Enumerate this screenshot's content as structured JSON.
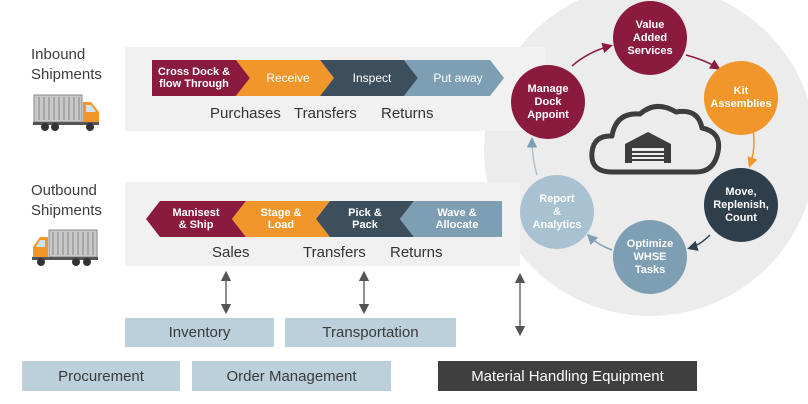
{
  "inbound": {
    "label_line1": "Inbound",
    "label_line2": "Shipments",
    "steps": [
      {
        "line1": "Cross Dock &",
        "line2": "flow Through",
        "color": "#8b1a3f"
      },
      {
        "line1": "Receive",
        "line2": "",
        "color": "#f0962a"
      },
      {
        "line1": "Inspect",
        "line2": "",
        "color": "#3d4e5c"
      },
      {
        "line1": "Put away",
        "line2": "",
        "color": "#7e9fb3"
      }
    ],
    "sub_labels": [
      "Purchases",
      "Transfers",
      "Returns"
    ]
  },
  "outbound": {
    "label_line1": "Outbound",
    "label_line2": "Shipments",
    "steps": [
      {
        "line1": "Manisest",
        "line2": "& Ship",
        "color": "#8b1a3f"
      },
      {
        "line1": "Stage &",
        "line2": "Load",
        "color": "#f0962a"
      },
      {
        "line1": "Pick &",
        "line2": "Pack",
        "color": "#3d4e5c"
      },
      {
        "line1": "Wave &",
        "line2": "Allocate",
        "color": "#7e9fb3"
      }
    ],
    "sub_labels": [
      "Sales",
      "Transfers",
      "Returns"
    ]
  },
  "cycle": {
    "nodes": [
      {
        "lines": [
          "Manage",
          "Dock",
          "Appoint"
        ],
        "color": "#8b1a3f"
      },
      {
        "lines": [
          "Value",
          "Added",
          "Services"
        ],
        "color": "#8b1a3f"
      },
      {
        "lines": [
          "Kit",
          "Assemblies"
        ],
        "color": "#f0962a"
      },
      {
        "lines": [
          "Move,",
          "Replenish,",
          "Count"
        ],
        "color": "#2f3e4b"
      },
      {
        "lines": [
          "Optimize",
          "WHSE",
          "Tasks"
        ],
        "color": "#7e9fb3"
      },
      {
        "lines": [
          "Report",
          "&",
          "Analytics"
        ],
        "color": "#a9c2d1"
      }
    ],
    "center_icon": "cloud-warehouse-icon"
  },
  "systems": {
    "inventory": "Inventory",
    "transportation": "Transportation",
    "procurement": "Procurement",
    "order_management": "Order Management",
    "material_handling": "Material Handling Equipment"
  },
  "colors": {
    "band": "#f1f1f1",
    "box": "#bcd0db",
    "box_dark": "#3f3f3f",
    "circle_bg": "#ececec"
  }
}
